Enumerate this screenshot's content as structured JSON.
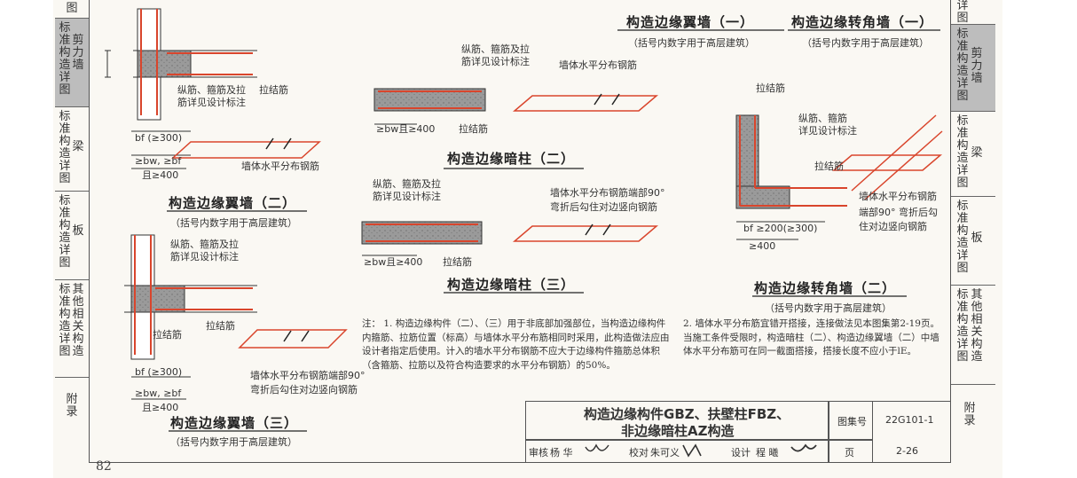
{
  "sidebar_left": {
    "0": "图",
    "1a": "标准构造详图",
    "1b": "剪力墙",
    "2a": "标准构造详图",
    "2b": "梁",
    "3a": "标准构造详图",
    "3b": "板",
    "4a": "标准构造详图",
    "4b": "其他相关构造",
    "5": "附录"
  },
  "sidebar_right": {
    "0": "详图"
  },
  "titles": {
    "flange_wall_1": "构造边缘翼墙（一）",
    "corner_wall_1": "构造边缘转角墙（一）",
    "note_high_rise": "（括号内数字用于高层建筑）",
    "flange_wall_2": "构造边缘翼墙（二）",
    "hidden_column_2": "构造边缘暗柱（二）",
    "hidden_column_3": "构造边缘暗柱（三）",
    "corner_wall_2": "构造边缘转角墙（二）",
    "flange_wall_3": "构造边缘翼墙（三）"
  },
  "labels": {
    "rebar_detail_a1": "纵筋、箍筋及拉",
    "rebar_detail_a2": "筋详见设计标注",
    "rebar_detail_b1": "纵筋、箍筋及拉",
    "rebar_detail_b2": "筋详见设计标注",
    "rebar_detail_c1": "纵筋、箍筋",
    "rebar_detail_c2": "详见设计标注",
    "tie_bar": "拉结筋",
    "dim_bf_300": "bf  (≥300)",
    "dim_bw_bf": "≥bw, ≥bf",
    "dim_and_400": "且≥400",
    "dim_bw_400": "≥bw且≥400",
    "dim_bf_200_300": "bf   ≥200(≥300)",
    "dim_400": "≥400",
    "wall_horizontal_rebar": "墙体水平分布钢筋",
    "hook_note_1": "墙体水平分布钢筋端部90°",
    "hook_note_2": "弯折后勾住对边竖向钢筋",
    "end_hook_1": "端部90° 弯折后勾",
    "end_hook_2": "住对边竖向钢筋"
  },
  "notes": {
    "prefix": "注：",
    "n1": "1. 构造边缘构件（二）、（三）用于非底部加强部位，当构造边缘构件内箍筋、拉筋位置（标高）与墙体水平分布筋相同时采用，此构造做法应由设计者指定后使用。计入的墙水平分布钢筋不应大于边缘构件箍筋总体积（含箍筋、拉筋以及符合构造要求的水平分布钢筋）的50%。",
    "n2": "2. 墙体水平分布筋宜错开搭接，连接做法见本图集第2-19页。当施工条件受限时，构造暗柱（二）、构造边缘翼墙（二）中墙体水平分布筋可在同一截面搭接，搭接长度不应小于lE。"
  },
  "title_block": {
    "title_1": "构造边缘构件GBZ、扶壁柱FBZ、",
    "title_2": "非边缘暗柱AZ构造",
    "atlas_label": "图集号",
    "atlas_no": "22G101-1",
    "review": "审核",
    "reviewer": "杨 华",
    "check": "校对",
    "checker": "朱可义",
    "design": "设计",
    "designer": "程 曦",
    "page_label": "页",
    "page_no": "2-26"
  },
  "page_number": "82"
}
